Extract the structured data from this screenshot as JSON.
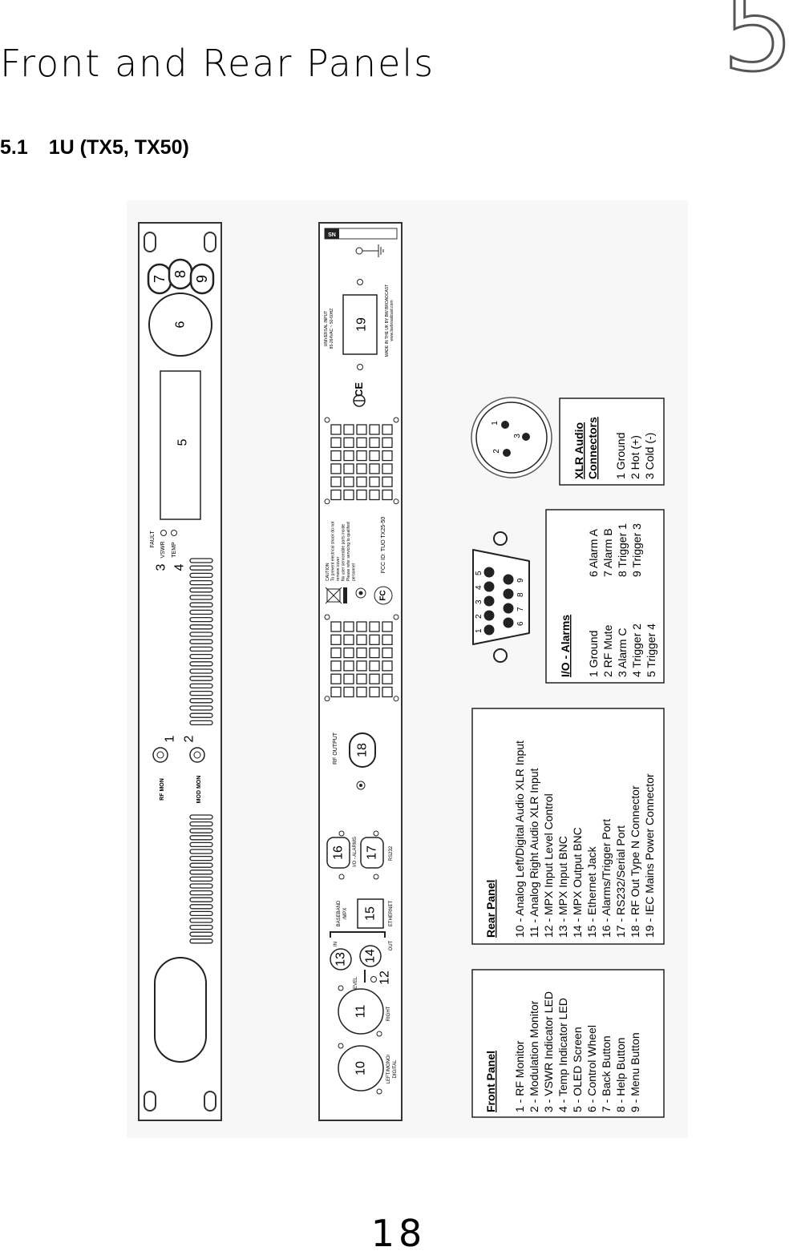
{
  "header": {
    "chapter_title": "Front and Rear Panels",
    "chapter_number": "5",
    "section_number": "5.1",
    "section_title": "1U (TX5, TX50)"
  },
  "front_unit": {
    "rf_mon": "RF MON",
    "mod_mon": "MOD MON",
    "fault": "FAULT",
    "vswr": "VSWR",
    "temp": "TEMP",
    "callouts": [
      "1",
      "2",
      "3",
      "4",
      "5",
      "6",
      "7",
      "8",
      "9"
    ]
  },
  "rear_unit": {
    "sn": "SN",
    "universal_input": "UNIVERSAL INPUT",
    "voltage": "85-264VAC ~ 50-60HZ",
    "made_in": "MADE IN THE UK BY BW BROADCAST",
    "website": "www.bwbroadcast.com",
    "caution_lines": [
      "CAUTION",
      "To prevent electrical shock do not",
      "remove cover",
      "No user serviceable parts inside",
      "Please refer servicing to qualified",
      "personnel"
    ],
    "fcc_id": "FCC ID: TUO TX25-50",
    "rf_output": "RF OUTPUT",
    "io_alarms": "I/O - ALARMS",
    "rs232": "RS232",
    "baseband": "BASEBAND",
    "mpx": "/MPX",
    "ethernet": "ETHERNET",
    "in": "IN",
    "out": "OUT",
    "level": "LEVEL",
    "right": "RIGHT",
    "left_mono": "LEFT/MONO/",
    "digital": "DIGITAL",
    "callouts": [
      "10",
      "11",
      "12",
      "13",
      "14",
      "15",
      "16",
      "17",
      "18",
      "19"
    ]
  },
  "front_panel_legend": {
    "title": "Front Panel",
    "items": [
      "1 - RF Monitor",
      "2 - Modulation Monitor",
      "3 - VSWR Indicator LED",
      "4 - Temp Indicator LED",
      "5 - OLED Screen",
      "6 - Control Wheel",
      "7 - Back Button",
      "8 - Help Button",
      "9 - Menu Button"
    ]
  },
  "rear_panel_legend": {
    "title": "Rear Panel",
    "items": [
      "10 - Analog Left/Digital Audio XLR Input",
      "11 - Analog Right Audio XLR Input",
      "12 - MPX Input Level Control",
      "13 - MPX Input BNC",
      "14 - MPX Output BNC",
      "15 - Ethernet Jack",
      "16 - Alarms/Trigger Port",
      "17 - RS232/Serial Port",
      "18 - RF Out Type N Connector",
      "19 - IEC Mains Power Connector"
    ]
  },
  "io_alarms_legend": {
    "title": "I/O - Alarms",
    "col1": [
      "1 Ground",
      "2 RF Mute",
      "3 Alarm C",
      "4 Trigger 2",
      "5 Trigger 4"
    ],
    "col2": [
      "6 Alarm A",
      "7 Alarm B",
      "8 Trigger 1",
      "9 Trigger 3"
    ]
  },
  "dsub_pins": {
    "row1": [
      "1",
      "2",
      "3",
      "4",
      "5"
    ],
    "row2": [
      "6",
      "7",
      "8",
      "9"
    ]
  },
  "xlr_legend": {
    "title_line1": "XLR Audio",
    "title_line2": "Connectors",
    "items": [
      "1 Ground",
      "2 Hot (+)",
      "3 Cold (-)"
    ]
  },
  "xlr_pins": [
    "1",
    "2",
    "3"
  ],
  "footer": {
    "page_number": "18"
  }
}
